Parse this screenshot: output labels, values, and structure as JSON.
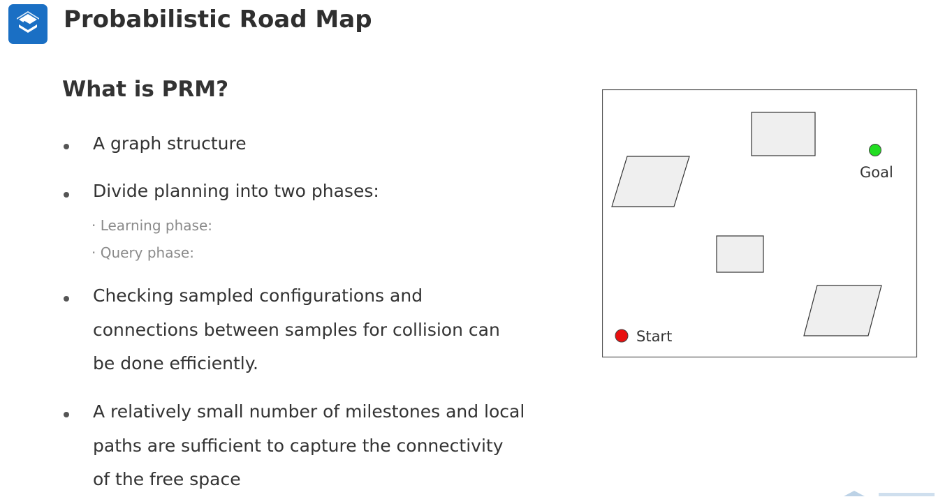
{
  "header": {
    "title": "Probabilistic Road Map",
    "logo_icon": "diamond-layers-logo-icon",
    "logo_color": "#1a6fc4"
  },
  "content": {
    "section_title": "What is PRM?",
    "bullets": [
      {
        "lines": [
          "A graph structure"
        ]
      },
      {
        "lines": [
          "Divide planning into two phases:"
        ],
        "sub_items": [
          "· Learning phase:",
          "· Query phase:"
        ]
      },
      {
        "lines": [
          "Checking sampled configurations and",
          "connections between samples for collision can",
          "be done efficiently."
        ]
      },
      {
        "lines": [
          "A relatively small number of milestones and local",
          "paths are sufficient to capture the connectivity",
          "of the free space"
        ]
      }
    ]
  },
  "diagram": {
    "goal_label": "Goal",
    "start_label": "Start",
    "goal_color": "#22dd22",
    "start_color": "#e81010",
    "obstacle_fill": "#efefef",
    "obstacle_stroke": "#333333"
  }
}
